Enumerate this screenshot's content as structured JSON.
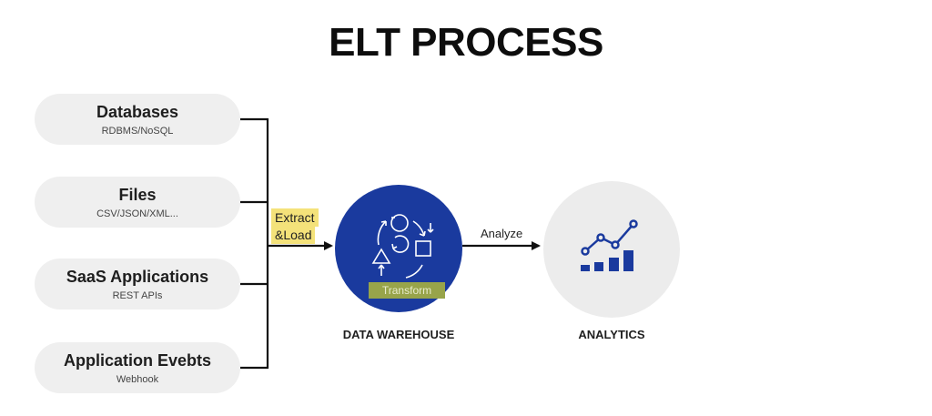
{
  "title": "ELT PROCESS",
  "sources": [
    {
      "name": "Databases",
      "sub": "RDBMS/NoSQL"
    },
    {
      "name": "Files",
      "sub": "CSV/JSON/XML..."
    },
    {
      "name": "SaaS Applications",
      "sub": "REST APIs"
    },
    {
      "name": "Application Evebts",
      "sub": "Webhook"
    }
  ],
  "extract_label_1": "Extract",
  "extract_label_2": "&Load",
  "transform_label": "Transform",
  "analyze_label": "Analyze",
  "warehouse_label": "DATA WAREHOUSE",
  "analytics_label": "ANALYTICS",
  "colors": {
    "warehouse": "#1a3a9e",
    "highlight": "#f4e27a",
    "transform": "#98a44a",
    "chart": "#1a3a9e"
  }
}
